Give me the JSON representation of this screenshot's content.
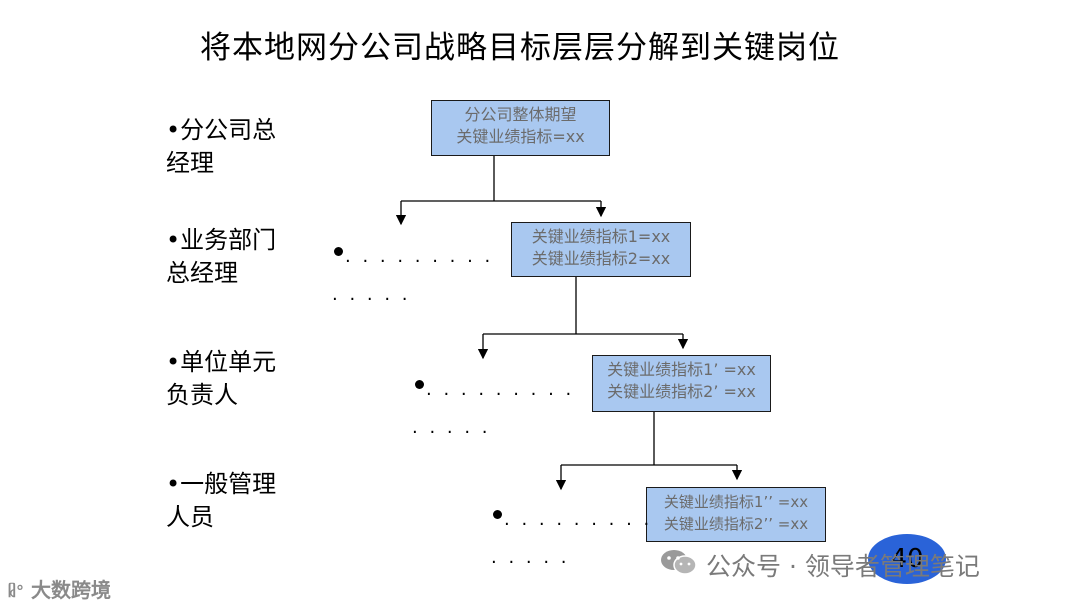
{
  "title": "将本地网分公司战略目标层层分解到关键岗位",
  "levels": [
    {
      "line1": "•分公司总",
      "line2": "经理"
    },
    {
      "line1": "•业务部门",
      "line2": "总经理"
    },
    {
      "line1": "•单位单元",
      "line2": "负责人"
    },
    {
      "line1": "•一般管理",
      "line2": "人员"
    }
  ],
  "boxes": [
    {
      "line1": "分公司整体期望",
      "line2": "关键业绩指标=xx"
    },
    {
      "line1": "关键业绩指标1=xx",
      "line2": "关键业绩指标2=xx"
    },
    {
      "line1": "关键业绩指标1’ =xx",
      "line2": "关键业绩指标2’ =xx"
    },
    {
      "line1": "关键业绩指标1’’ =xx",
      "line2": "关键业绩指标2’’ =xx"
    }
  ],
  "ellipsis": {
    "row1": ". . . . . . . . .",
    "row2": ". . . . ."
  },
  "page_number": "40",
  "watermark": {
    "text": "公众号 · 领导者管理笔记",
    "icon": "wechat-icon"
  },
  "corner_logo": {
    "text": "大数跨境",
    "icon": "brand-icon"
  },
  "colors": {
    "box_fill": "#a9c8f0",
    "box_text": "#6b6b6b",
    "page_badge": "#2a63d8"
  }
}
